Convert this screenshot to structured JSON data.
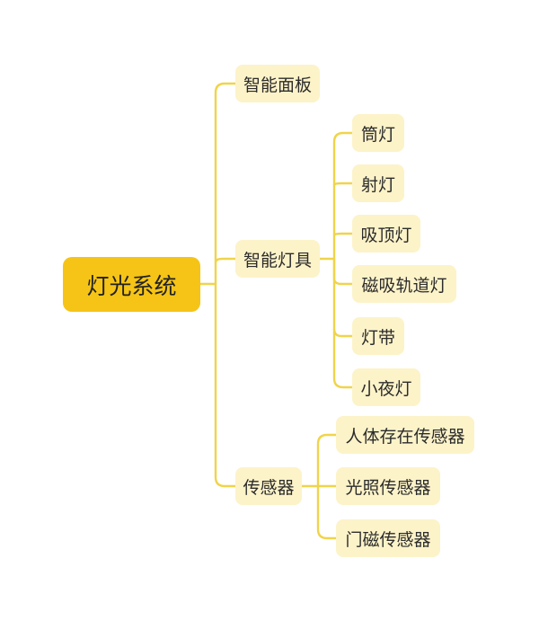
{
  "root": {
    "label": "灯光系统"
  },
  "branches": [
    {
      "label": "智能面板",
      "children": []
    },
    {
      "label": "智能灯具",
      "children": [
        "筒灯",
        "射灯",
        "吸顶灯",
        "磁吸轨道灯",
        "灯带",
        "小夜灯"
      ]
    },
    {
      "label": "传感器",
      "children": [
        "人体存在传感器",
        "光照传感器",
        "门磁传感器"
      ]
    }
  ],
  "colors": {
    "root_fill": "#f5c417",
    "node_fill": "#fdf3c9",
    "connector": "#f0d44a"
  }
}
